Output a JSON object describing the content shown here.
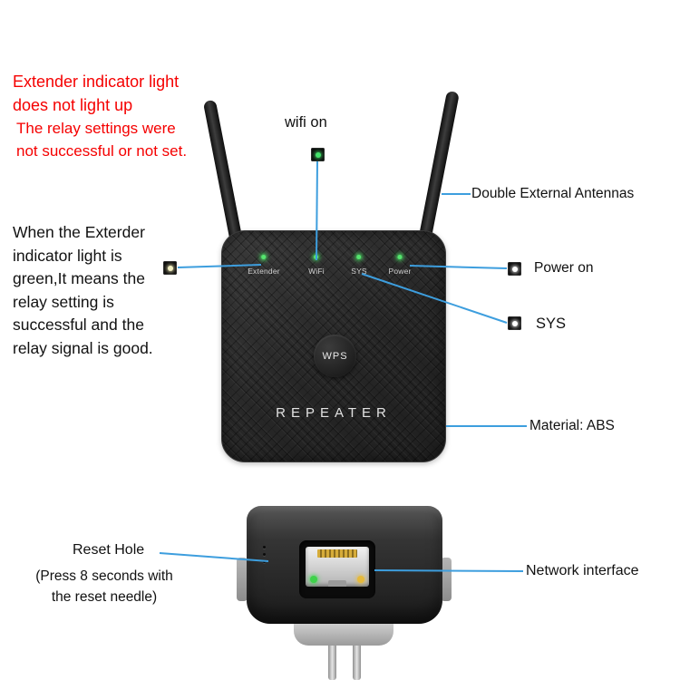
{
  "colors": {
    "annotation_red": "#f50000",
    "leader_line_blue": "#3d9ede",
    "led_green": "#4ee36b",
    "device_body_black": "#2e2e2e"
  },
  "annotations": {
    "red_note_1": "Extender indicator light\ndoes not light up",
    "red_note_2": "The relay settings were\n not successful or not set.",
    "wifi_on": "wifi on",
    "double_antennas": "Double External Antennas",
    "left_note": "When the Exterder\n indicator light is\ngreen,It means the\n relay setting is\nsuccessful and the\nrelay signal is good.",
    "power_on": "Power on",
    "sys": "SYS",
    "material": "Material: ABS",
    "reset_hole_title": "Reset Hole",
    "reset_hole_note": "(Press 8 seconds with\nthe reset needle)",
    "network_interface": "Network interface"
  },
  "device_front": {
    "led_labels": [
      "Extender",
      "WiFi",
      "SYS",
      "Power"
    ],
    "wps_button": "WPS",
    "brand": "REPEATER"
  },
  "icons": {
    "wifi_led_icon": "dark square with green led dot",
    "extender_led_icon": "dark square with warm-white led dot",
    "power_led_icon": "dark square with white led dot",
    "sys_led_icon": "dark square with white led dot"
  }
}
